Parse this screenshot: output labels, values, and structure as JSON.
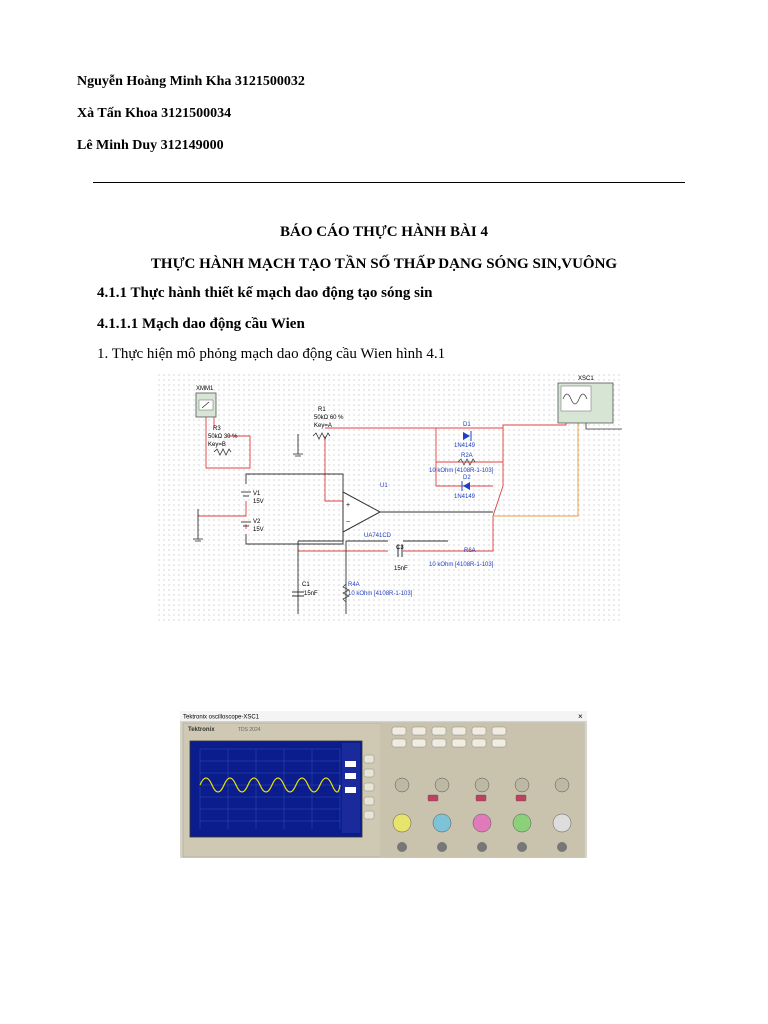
{
  "authors": [
    "Nguyễn Hoàng Minh Kha 3121500032",
    "Xà Tấn Khoa 3121500034",
    "Lê Minh Duy 312149000"
  ],
  "report_title": "BÁO CÁO THỰC HÀNH BÀI 4",
  "report_subtitle": "THỰC HÀNH MẠCH TẠO TẦN SỐ THẤP DẠNG SÓNG SIN,VUÔNG",
  "section_4_1_1": "4.1.1 Thực hành thiết kế mạch dao động tạo sóng sin",
  "section_4_1_1_1": "4.1.1.1 Mạch dao động cầu Wien",
  "step_1": "1. Thực hiện mô phỏng mạch dao động cầu Wien hình 4.1",
  "circuit": {
    "xmm": "XMM1",
    "xsc": "XSC1",
    "r1": [
      "R1",
      "50kΩ 60 %",
      "Key=A"
    ],
    "r3": [
      "R3",
      "50kΩ 30 %",
      "Key=B"
    ],
    "d1": [
      "D1",
      "1N4149"
    ],
    "d2": [
      "D2",
      "1N4149"
    ],
    "r2a": [
      "R2A",
      "10 kOhm [4108R-1-103]"
    ],
    "v1": [
      "V1",
      "15V"
    ],
    "v2": [
      "V2",
      "15V"
    ],
    "u1": [
      "U1",
      "UA741CD"
    ],
    "c3": [
      "C3",
      "15nF"
    ],
    "r6a": [
      "R6A",
      "10 kOhm [4108R-1-103]"
    ],
    "c1": [
      "C1",
      "15nF"
    ],
    "r4a": [
      "R4A",
      "10 kOhm [4108R-1-103]"
    ]
  },
  "scope": {
    "window_title": "Tektronix oscilloscope-XSC1",
    "brand": "Tektronix",
    "model": "TDS 2024",
    "close": "×",
    "colors": {
      "trace": "#e8e300",
      "screen": "#0b1d8c",
      "panel": "#cfc9b4"
    }
  }
}
